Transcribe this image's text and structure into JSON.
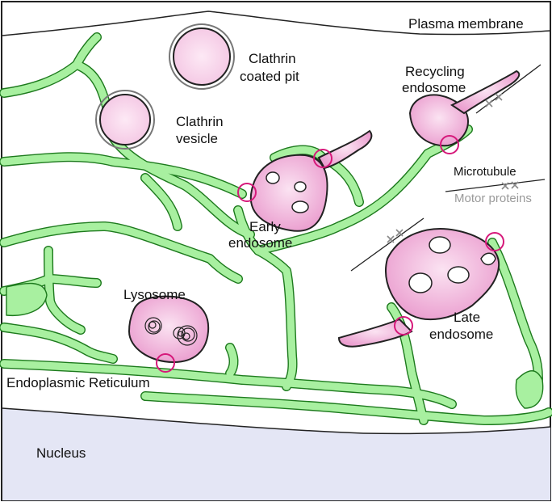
{
  "labels": {
    "plasma_membrane": "Plasma membrane",
    "clathrin_pit_1": "Clathrin",
    "clathrin_pit_2": "coated pit",
    "clathrin_vesicle_1": "Clathrin",
    "clathrin_vesicle_2": "vesicle",
    "recycling_1": "Recycling",
    "recycling_2": "endosome",
    "early_1": "Early",
    "early_2": "endosome",
    "microtubule": "Microtubule",
    "motor_proteins": "Motor proteins",
    "lysosome": "Lysosome",
    "late_1": "Late",
    "late_2": "endosome",
    "er": "Endoplasmic Reticulum",
    "nucleus": "Nucleus"
  },
  "colors": {
    "er_fill": "#a8f0a0",
    "er_stroke": "#1d7a1d",
    "endosome_pink": "#f2b6dc",
    "contact_site": "#d6187a",
    "nucleus": "#e4e6f5",
    "motor_protein": "#888888"
  },
  "icons": [
    "membrane-contact-site-circle",
    "motor-protein-cross"
  ]
}
